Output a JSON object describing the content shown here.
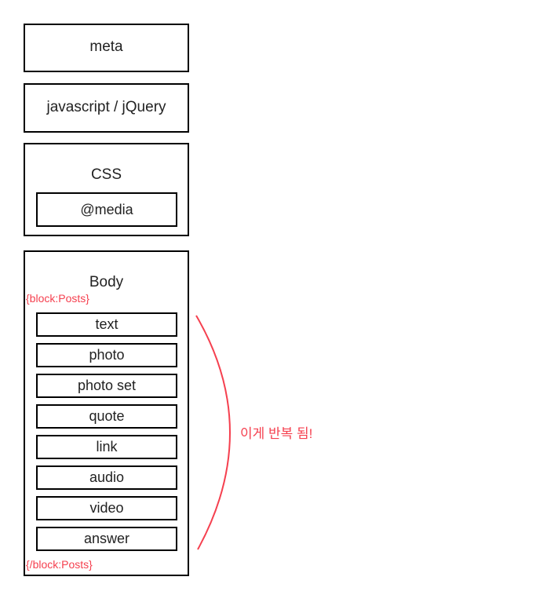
{
  "boxes": {
    "meta": "meta",
    "js": "javascript / jQuery",
    "css": "CSS",
    "media": "@media",
    "body": "Body"
  },
  "block_open": "{block:Posts}",
  "block_close": "{/block:Posts}",
  "post_types": [
    "text",
    "photo",
    "photo set",
    "quote",
    "link",
    "audio",
    "video",
    "answer"
  ],
  "annotation": "이게 반복 됨!",
  "accent_color": "#f5404f"
}
